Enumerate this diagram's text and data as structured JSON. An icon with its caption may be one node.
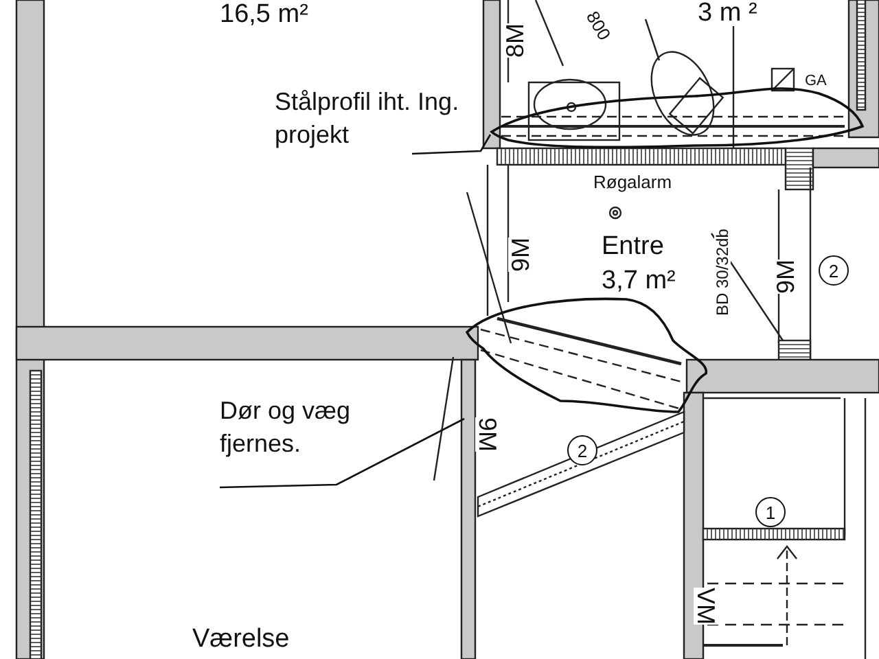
{
  "diagram": {
    "nodes": [
      {
        "text": [
          "Stålprofil iht. Ing. projekt"
        ]
      },
      {
        "text": [],
        "shape": "cloud"
      },
      {
        "text": [
          "Dør og væg fjernes."
        ]
      },
      {
        "text": [],
        "shape": "cloud"
      }
    ],
    "edges": [
      {
        "from": 0,
        "to": 1,
        "arrow": "none"
      },
      {
        "from": 2,
        "to": 3,
        "arrow": "none"
      }
    ],
    "labels": [
      "16,5 m²",
      "8M",
      "800",
      "3 m ²",
      "GA",
      "Røgalarm",
      "Entre",
      "3,7 m²",
      "9M",
      "BD 30/32db",
      "9M",
      "2",
      "9M",
      "2",
      "1",
      "VM",
      "Værelse"
    ]
  }
}
